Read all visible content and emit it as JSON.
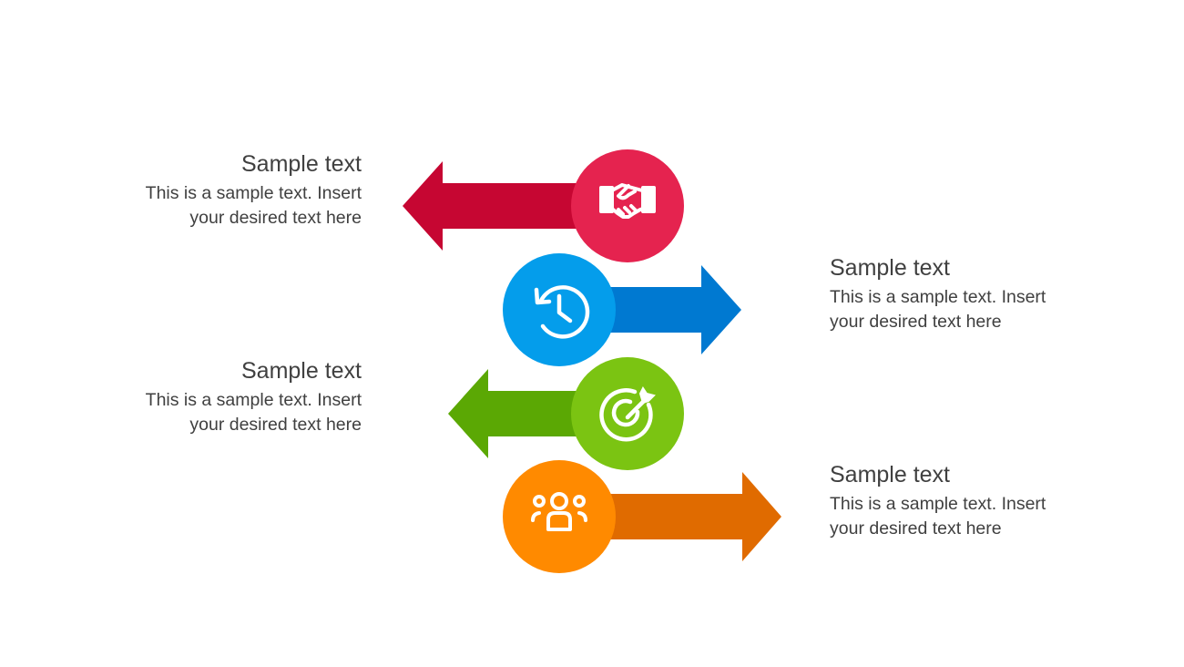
{
  "steps": [
    {
      "title": "Sample text",
      "body_line1": "This is a sample text. Insert",
      "body_line2": "your desired text here",
      "icon": "handshake-icon",
      "direction": "left",
      "circle_color": "#E5234F",
      "arrow_color": "#C60632"
    },
    {
      "title": "Sample text",
      "body_line1": "This is a sample text. Insert",
      "body_line2": "your desired text here",
      "icon": "history-clock-icon",
      "direction": "right",
      "circle_color": "#049DEB",
      "arrow_color": "#0079D1"
    },
    {
      "title": "Sample text",
      "body_line1": "This is a sample text. Insert",
      "body_line2": "your desired text here",
      "icon": "target-arrow-icon",
      "direction": "left",
      "circle_color": "#7BC412",
      "arrow_color": "#5BA804"
    },
    {
      "title": "Sample text",
      "body_line1": "This is a sample text. Insert",
      "body_line2": "your desired text here",
      "icon": "team-people-icon",
      "direction": "right",
      "circle_color": "#FF8A00",
      "arrow_color": "#E06B00"
    }
  ]
}
